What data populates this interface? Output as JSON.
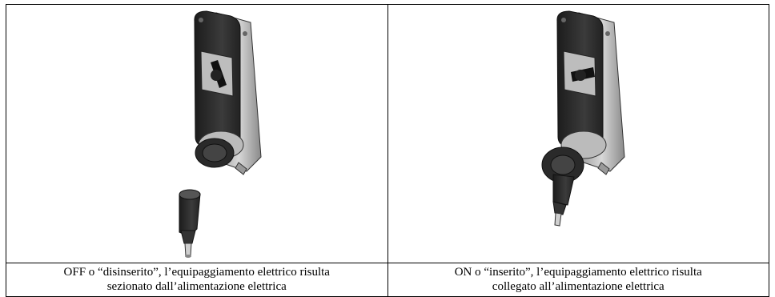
{
  "panels": [
    {
      "state": "OFF",
      "caption_line1": "OFF o “disinserito”, l’equipaggiamento elettrico risulta",
      "caption_line2": "sezionato dall’alimentazione elettrica",
      "illustration": "socket-with-plug-disconnected"
    },
    {
      "state": "ON",
      "caption_line1": "ON o “inserito”, l’equipaggiamento elettrico risulta",
      "caption_line2": "collegato all’alimentazione elettrica",
      "illustration": "socket-with-plug-connected"
    }
  ]
}
